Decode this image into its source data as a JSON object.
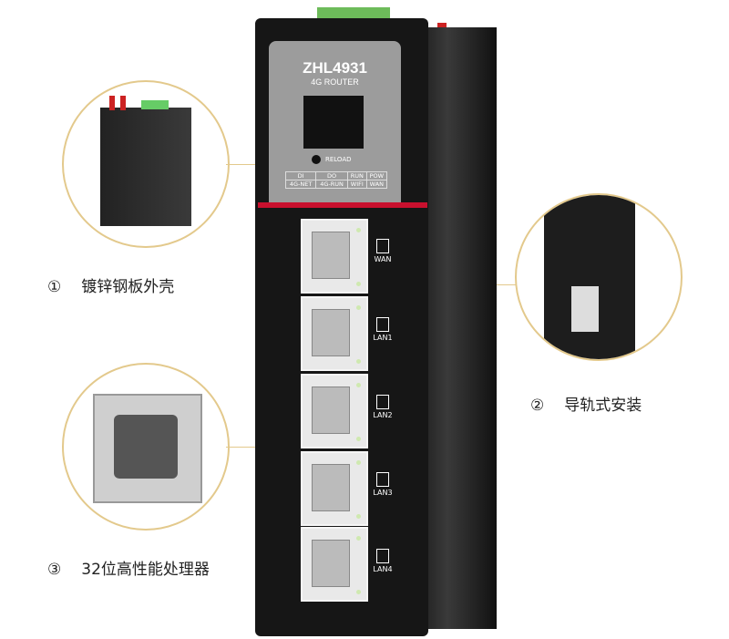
{
  "device": {
    "model": "ZHL4931",
    "subtitle": "4G ROUTER",
    "reload_label": "RELOAD",
    "indicators": [
      [
        "DI",
        "DO",
        "RUN",
        "POW"
      ],
      [
        "4G-NET",
        "4G-RUN",
        "WIFI",
        "WAN"
      ]
    ],
    "ports": [
      "WAN",
      "LAN1",
      "LAN2",
      "LAN3",
      "LAN4"
    ],
    "accent_color": "#c8102e"
  },
  "features": [
    {
      "num": "①",
      "text": "镀锌钢板外壳"
    },
    {
      "num": "②",
      "text": "导轨式安装"
    },
    {
      "num": "③",
      "text": "32位高性能处理器"
    }
  ]
}
